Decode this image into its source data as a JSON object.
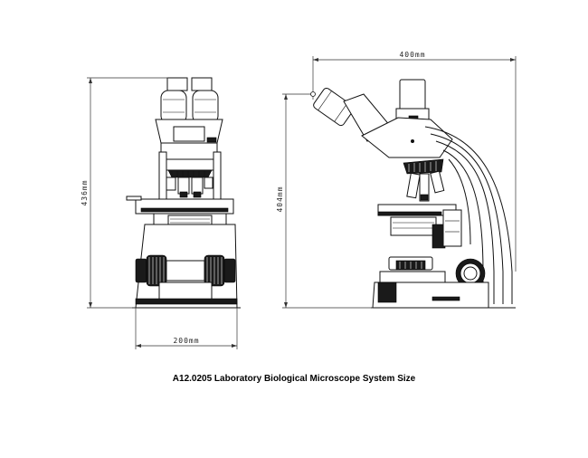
{
  "dimensions": {
    "front_height": "436mm",
    "front_width": "200mm",
    "side_height": "404mm",
    "side_width": "400mm"
  },
  "caption": "A12.0205 Laboratory Biological Microscope System Size"
}
